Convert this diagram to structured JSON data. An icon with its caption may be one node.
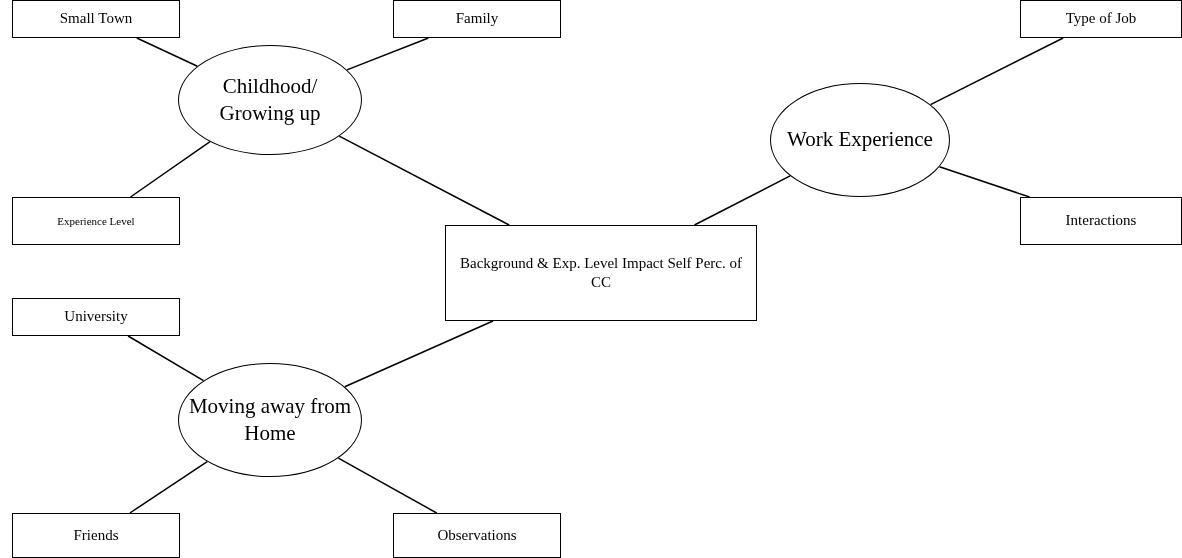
{
  "diagram": {
    "nodes": [
      {
        "text": [
          "Small Town"
        ]
      },
      {
        "text": [
          "Family"
        ]
      },
      {
        "text": [
          "Type of Job"
        ]
      },
      {
        "text": [
          "Childhood/ Growing up"
        ]
      },
      {
        "text": [
          "Work Experience"
        ]
      },
      {
        "text": [
          "Experience Level"
        ]
      },
      {
        "text": [
          "Interactions"
        ]
      },
      {
        "text": [
          "Background & Exp. Level Impact Self Perc. of CC"
        ]
      },
      {
        "text": [
          "University"
        ]
      },
      {
        "text": [
          "Moving away from Home"
        ]
      },
      {
        "text": [
          "Friends"
        ]
      },
      {
        "text": [
          "Observations"
        ]
      }
    ],
    "edges": [
      {
        "from": 3,
        "to": 0,
        "arrow": "none"
      },
      {
        "from": 3,
        "to": 1,
        "arrow": "none"
      },
      {
        "from": 3,
        "to": 5,
        "arrow": "none"
      },
      {
        "from": 4,
        "to": 2,
        "arrow": "none"
      },
      {
        "from": 4,
        "to": 6,
        "arrow": "none"
      },
      {
        "from": 7,
        "to": 3,
        "arrow": "none"
      },
      {
        "from": 7,
        "to": 4,
        "arrow": "none"
      },
      {
        "from": 7,
        "to": 9,
        "arrow": "none"
      },
      {
        "from": 9,
        "to": 8,
        "arrow": "none"
      },
      {
        "from": 9,
        "to": 10,
        "arrow": "none"
      },
      {
        "from": 9,
        "to": 11,
        "arrow": "none"
      }
    ]
  }
}
